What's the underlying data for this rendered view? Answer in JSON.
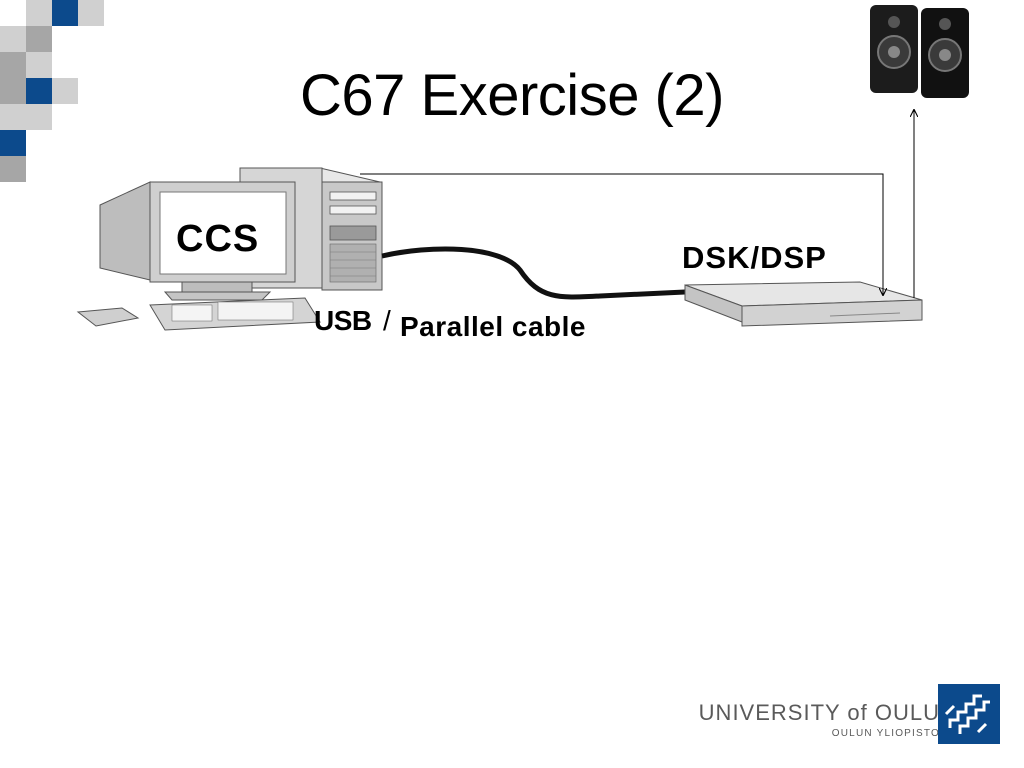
{
  "slide": {
    "title": "C67 Exercise (2)"
  },
  "diagram": {
    "screen_label": "CCS",
    "usb_label": "USB",
    "slash": "/",
    "cable_label": "Parallel cable",
    "board_label": "DSK/DSP"
  },
  "footer": {
    "university_name": "UNIVERSITY of OULU",
    "university_sub": "OULUN YLIOPISTO"
  },
  "colors": {
    "accent_blue": "#0c4a8c",
    "square_grey": "#a6a6a6",
    "light_grey": "#d0d0d0",
    "logo_text": "#5a5a5a"
  }
}
